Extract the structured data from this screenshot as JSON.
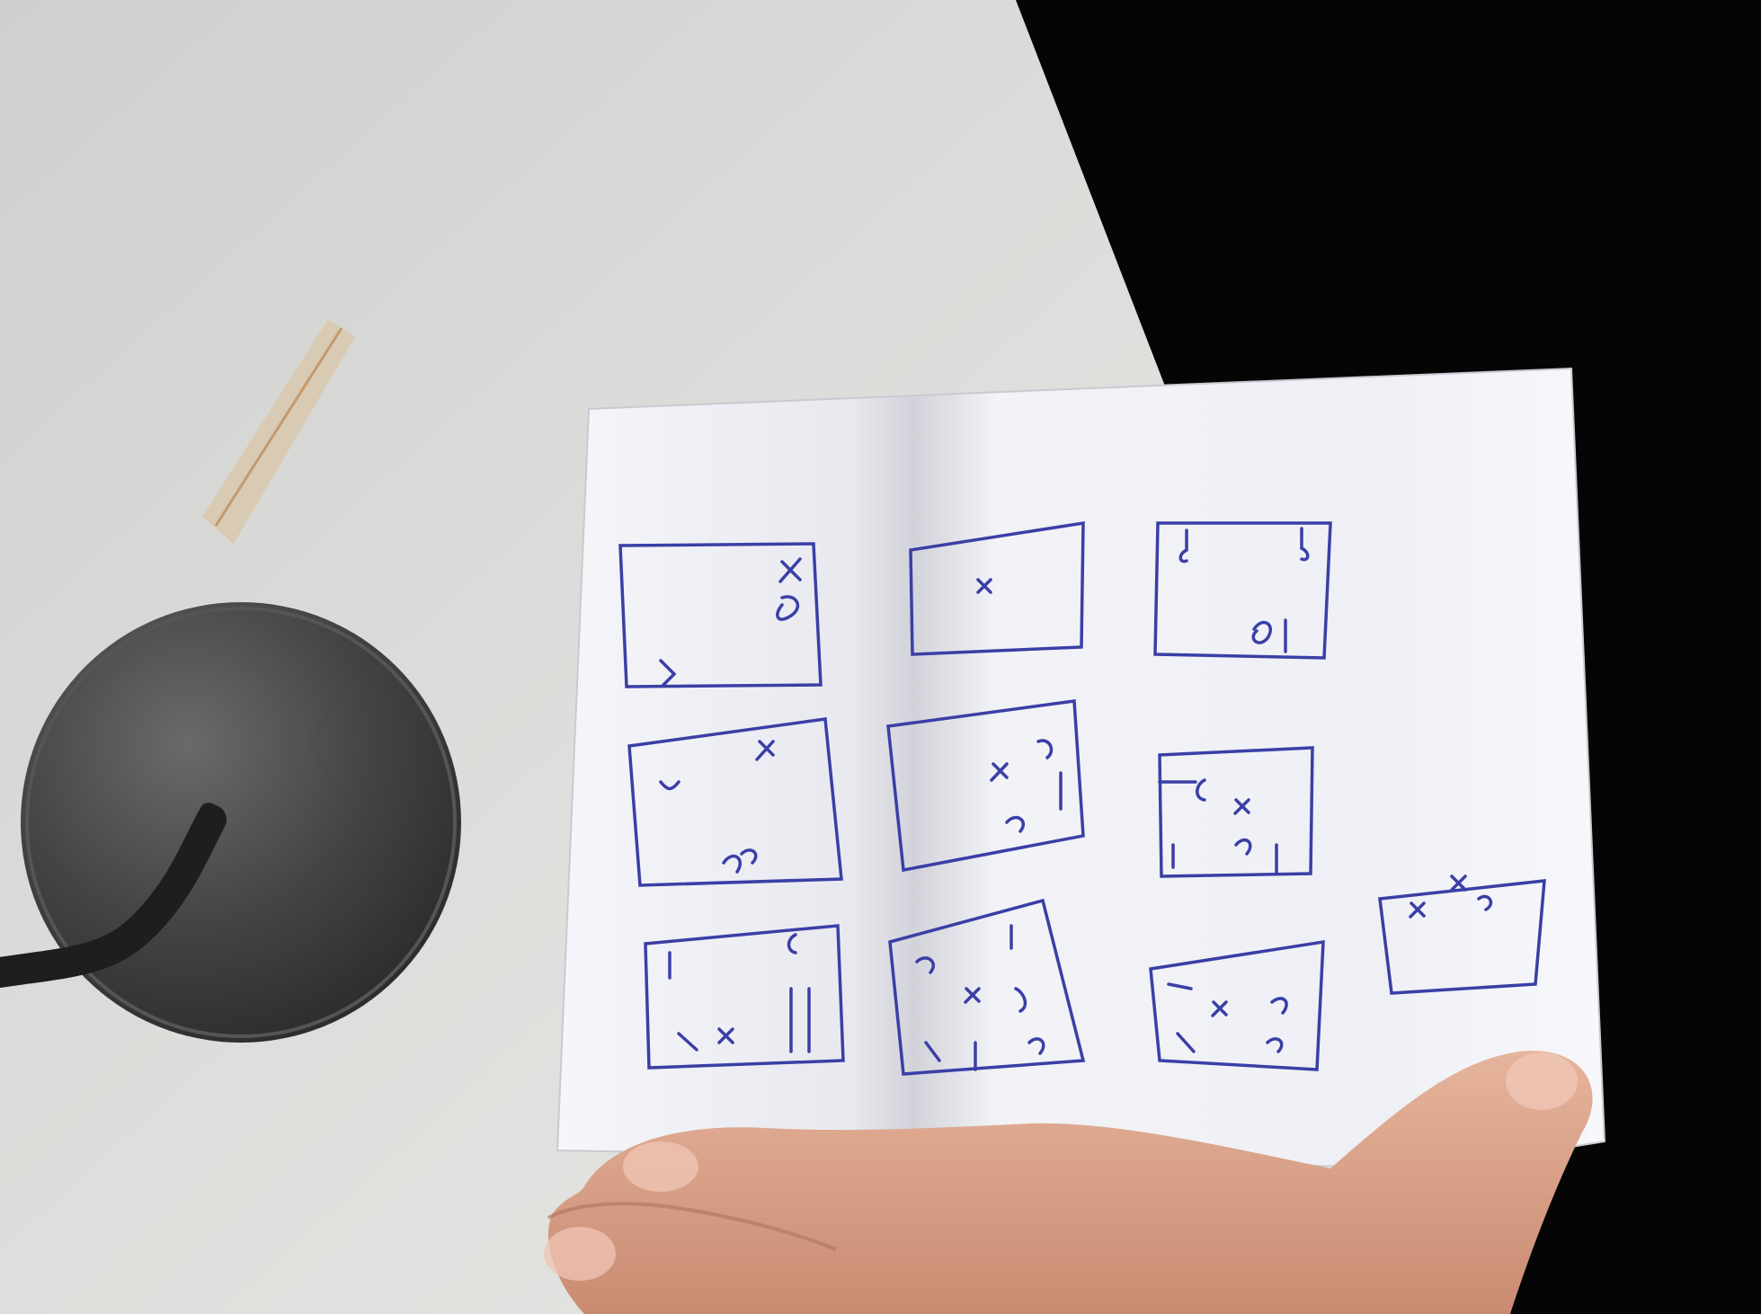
{
  "scene": {
    "colors": {
      "background_dark": "#050505",
      "table_surface": "#d9d9d6",
      "paper": "#f3f4f7",
      "ink": "#3a3fa6",
      "lamp_base": "#3b3b3b",
      "skin": "#dca38a",
      "tape_stain": "#c8925a"
    },
    "objects": [
      "table-top",
      "lamp-base",
      "tape-mark",
      "paper-sheet",
      "sketch-grid",
      "hand"
    ],
    "sketch_grid": {
      "rows": 3,
      "columns": 4,
      "panels_drawn": 10
    }
  }
}
